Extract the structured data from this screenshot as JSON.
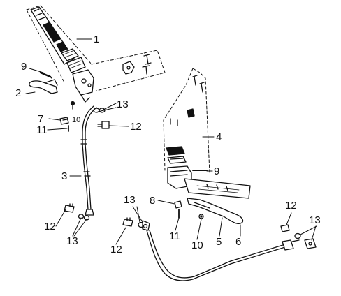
{
  "diagram": {
    "stroke_color": "#111111",
    "background": "#ffffff",
    "callouts": [
      {
        "id": "c1",
        "text": "1"
      },
      {
        "id": "c9a",
        "text": "9"
      },
      {
        "id": "c2",
        "text": "2"
      },
      {
        "id": "c13a",
        "text": "13"
      },
      {
        "id": "c10a",
        "text": "10"
      },
      {
        "id": "c7",
        "text": "7"
      },
      {
        "id": "c12a",
        "text": "12"
      },
      {
        "id": "c11a",
        "text": "11"
      },
      {
        "id": "c4",
        "text": "4"
      },
      {
        "id": "c9b",
        "text": "9"
      },
      {
        "id": "c3",
        "text": "3"
      },
      {
        "id": "c13b",
        "text": "13"
      },
      {
        "id": "c8",
        "text": "8"
      },
      {
        "id": "c12b",
        "text": "12"
      },
      {
        "id": "c12c",
        "text": "12"
      },
      {
        "id": "c13c",
        "text": "13"
      },
      {
        "id": "c11b",
        "text": "11"
      },
      {
        "id": "c6",
        "text": "6"
      },
      {
        "id": "c13d",
        "text": "13"
      },
      {
        "id": "c10b",
        "text": "10"
      },
      {
        "id": "c5",
        "text": "5"
      },
      {
        "id": "c12d",
        "text": "12"
      }
    ]
  }
}
